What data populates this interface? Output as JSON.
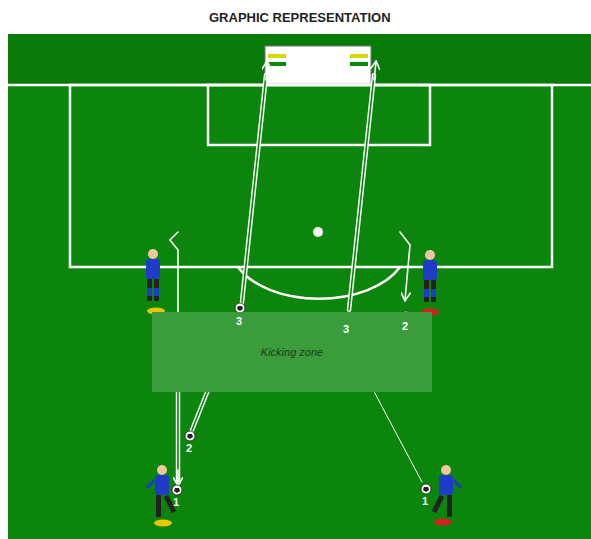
{
  "diagram": {
    "title": "GRAPHIC REPRESENTATION",
    "nodes": [
      {
        "text": [
          "Kicking zone"
        ]
      }
    ],
    "labels": [
      "3",
      "2",
      "1",
      "2",
      "3",
      "1"
    ]
  }
}
